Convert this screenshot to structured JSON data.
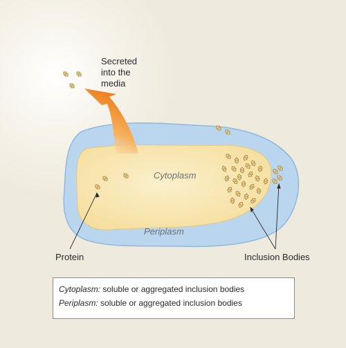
{
  "labels": {
    "secreted_line1": "Secreted",
    "secreted_line2": "into the",
    "secreted_line3": "media",
    "cytoplasm": "Cytoplasm",
    "periplasm": "Periplasm",
    "protein": "Protein",
    "inclusion_bodies": "Inclusion Bodies"
  },
  "legend": {
    "row1_term": "Cytoplasm:",
    "row1_text": " soluble or aggregated inclusion bodies",
    "row2_term": "Periplasm:",
    "row2_text": " soluble or aggregated inclusion bodies"
  },
  "colors": {
    "background": "#eeeadd",
    "periplasm": "#b9d6ee",
    "periplasm_edge": "#8fb8dd",
    "cytoplasm": "#f7e2a6",
    "cytoplasm_center": "#fbf0cc",
    "arrow": "#f08a24",
    "protein": "#c9a258"
  }
}
